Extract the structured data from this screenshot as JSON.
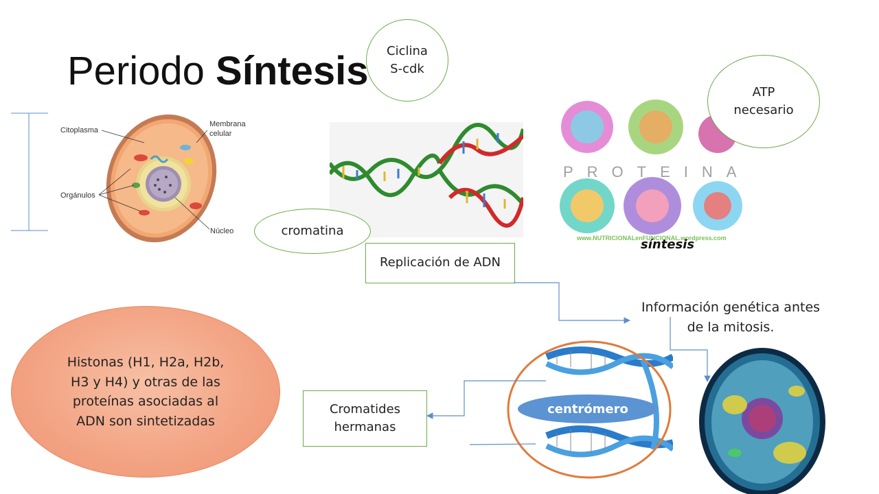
{
  "title": {
    "normal": "Periodo ",
    "bold": "Síntesis"
  },
  "bubbles": {
    "ciclina": "Ciclina\nS-cdk",
    "atp": "ATP\nnecesario",
    "cromatina": "cromatina"
  },
  "boxes": {
    "replicacion": "Replicación de ADN",
    "cromatides": "Cromatides\nhermanas"
  },
  "labels": {
    "sintesis": "síntesis",
    "info_genetica": "Información genética antes\nde la mitosis.",
    "centromero": "centrómero",
    "proteinas_word": "PROTEINAS",
    "proteinas_watermark": "www.NUTRICIONALenFUNCIONAL.wordpress.com"
  },
  "histonas": "Histonas (H1, H2a, H2b,\nH3 y H4) y otras de las\nproteínas asociadas al\nADN son sintetizadas",
  "cell_diagram": {
    "citoplasma": "Citoplasma",
    "membrana": "Membrana\ncelular",
    "organulos": "Orgánulos",
    "nucleo": "Núcleo"
  },
  "colors": {
    "outline_green": "#6aaa4a",
    "arrow_blue": "#5b8fc9",
    "salmon": "#f3a585",
    "centromero_pill": "#5b93d3",
    "ellipse_orange": "#e07a3a"
  }
}
